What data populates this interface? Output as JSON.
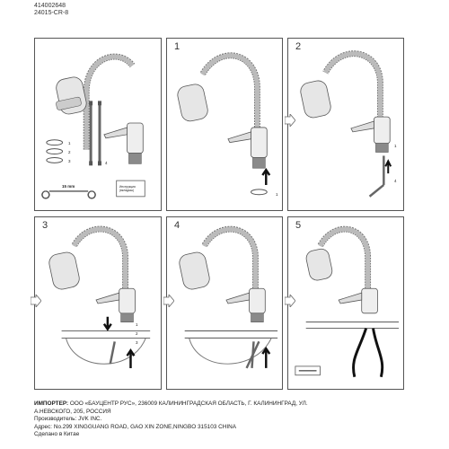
{
  "header": {
    "code": "414002648",
    "model": "24015-CR-8"
  },
  "panels": {
    "contents": {
      "labels": [
        "1",
        "2",
        "3",
        "4"
      ],
      "wrench_size": "15 mm",
      "manual_text": "Инструкция (вкладыш)"
    },
    "step1": {
      "number": "1",
      "labels": [
        "1"
      ]
    },
    "step2": {
      "number": "2",
      "labels": [
        "1",
        "4"
      ]
    },
    "step3": {
      "number": "3",
      "labels": [
        "1",
        "2",
        "3"
      ]
    },
    "step4": {
      "number": "4"
    },
    "step5": {
      "number": "5"
    }
  },
  "footer": {
    "importer_label": "ИМПОРТЕР:",
    "importer_text": " ООО «БАУЦЕНТР РУС», 236009 КАЛИНИНГРАДСКАЯ ОБЛАСТЬ, Г. КАЛИНИНГРАД, УЛ.",
    "importer_text2": "А.НЕВСКОГО, 205, РОССИЯ",
    "manufacturer": "Производитель: JVK INC.",
    "address": "Адрес: No.299 XINGGUANG ROAD, GAO XIN ZONE,NINGBO 315103 CHINA",
    "made_in": "Сделано в Китае"
  }
}
